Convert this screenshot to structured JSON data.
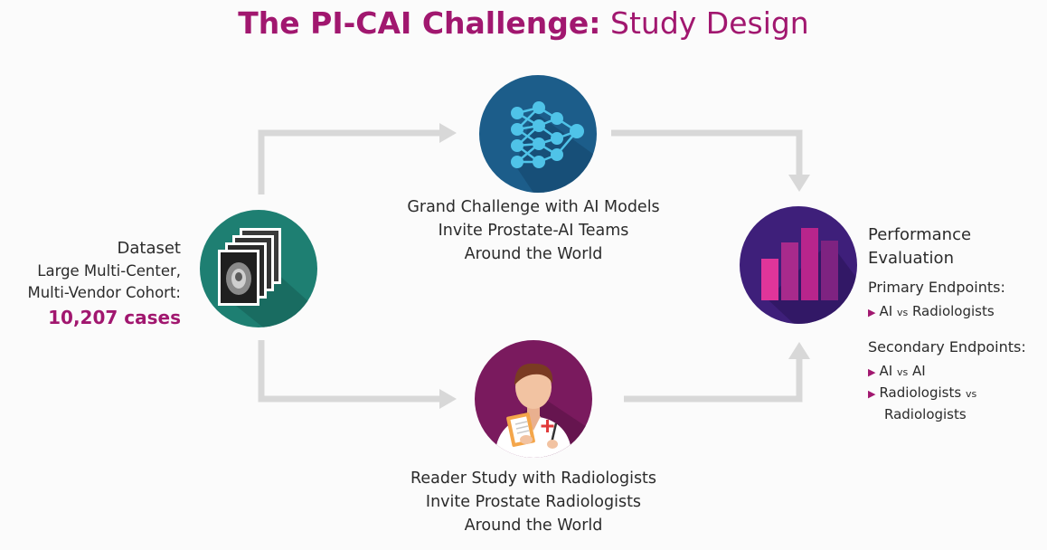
{
  "title": {
    "bold": "The PI-CAI Challenge:",
    "light": "Study Design"
  },
  "dataset": {
    "heading": "Dataset",
    "line1": "Large Multi-Center,",
    "line2": "Multi-Vendor Cohort:",
    "cases": "10,207 cases"
  },
  "grand_challenge": {
    "heading": "Grand Challenge with AI Models",
    "line1": "Invite Prostate-AI Teams",
    "line2": "Around the World"
  },
  "reader_study": {
    "heading": "Reader Study with Radiologists",
    "line1": "Invite Prostate Radiologists",
    "line2": "Around the World"
  },
  "performance": {
    "heading1": "Performance",
    "heading2": "Evaluation",
    "primary_heading": "Primary Endpoints:",
    "primary_item": {
      "a": "AI",
      "vs": "vs",
      "b": "Radiologists"
    },
    "secondary_heading": "Secondary Endpoints:",
    "secondary_item1": {
      "a": "AI",
      "vs": "vs",
      "b": "AI"
    },
    "secondary_item2": {
      "a": "Radiologists",
      "vs": "vs",
      "b": "Radiologists"
    }
  },
  "colors": {
    "accent": "#a1176f",
    "teal_circle": "#1e7f72",
    "blue_circle": "#1c5d8a",
    "purple_circle": "#3e1f7a",
    "magenta_circle": "#7a1a5e",
    "arrow": "#d8d8d8"
  },
  "icons": {
    "dataset": "mri-slices-icon",
    "ai": "neural-network-icon",
    "reader": "radiologist-icon",
    "performance": "bar-chart-icon"
  }
}
